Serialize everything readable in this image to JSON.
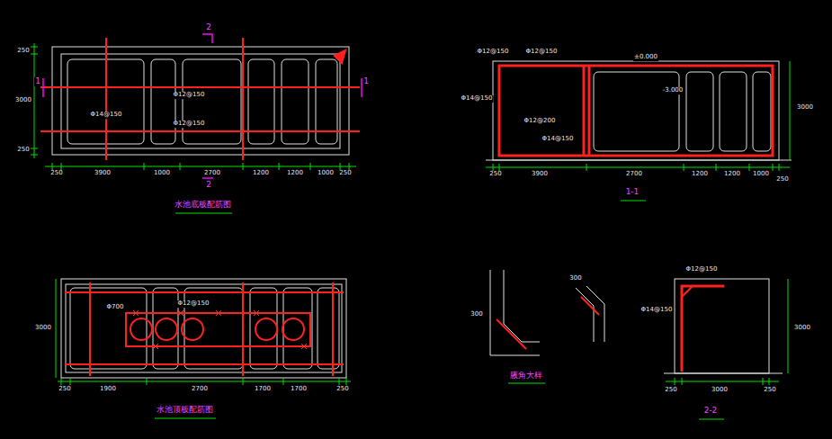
{
  "diagram": {
    "labels": [
      "2",
      "2",
      "1",
      "1",
      "水池底板配筋图",
      "250",
      "3900",
      "1000",
      "2700",
      "1200",
      "1200",
      "1000",
      "250",
      "250",
      "3000",
      "250",
      "Φ12@150",
      "Φ12@150",
      "Φ14@150",
      "水池顶板配筋图",
      "250",
      "1900",
      "2700",
      "1700",
      "1700",
      "250",
      "3000",
      "Φ700",
      "Φ12@150",
      "1-1",
      "250",
      "3900",
      "2700",
      "1200",
      "1200",
      "1000",
      "250",
      "3000",
      "±0.000",
      "-3.000",
      "Φ12@150",
      "Φ12@150",
      "Φ14@150",
      "Φ14@150",
      "Φ12@200",
      "腋角大样",
      "300",
      "300",
      "2-2",
      "250",
      "3000",
      "250",
      "3000",
      "Φ12@150",
      "Φ14@150"
    ]
  }
}
